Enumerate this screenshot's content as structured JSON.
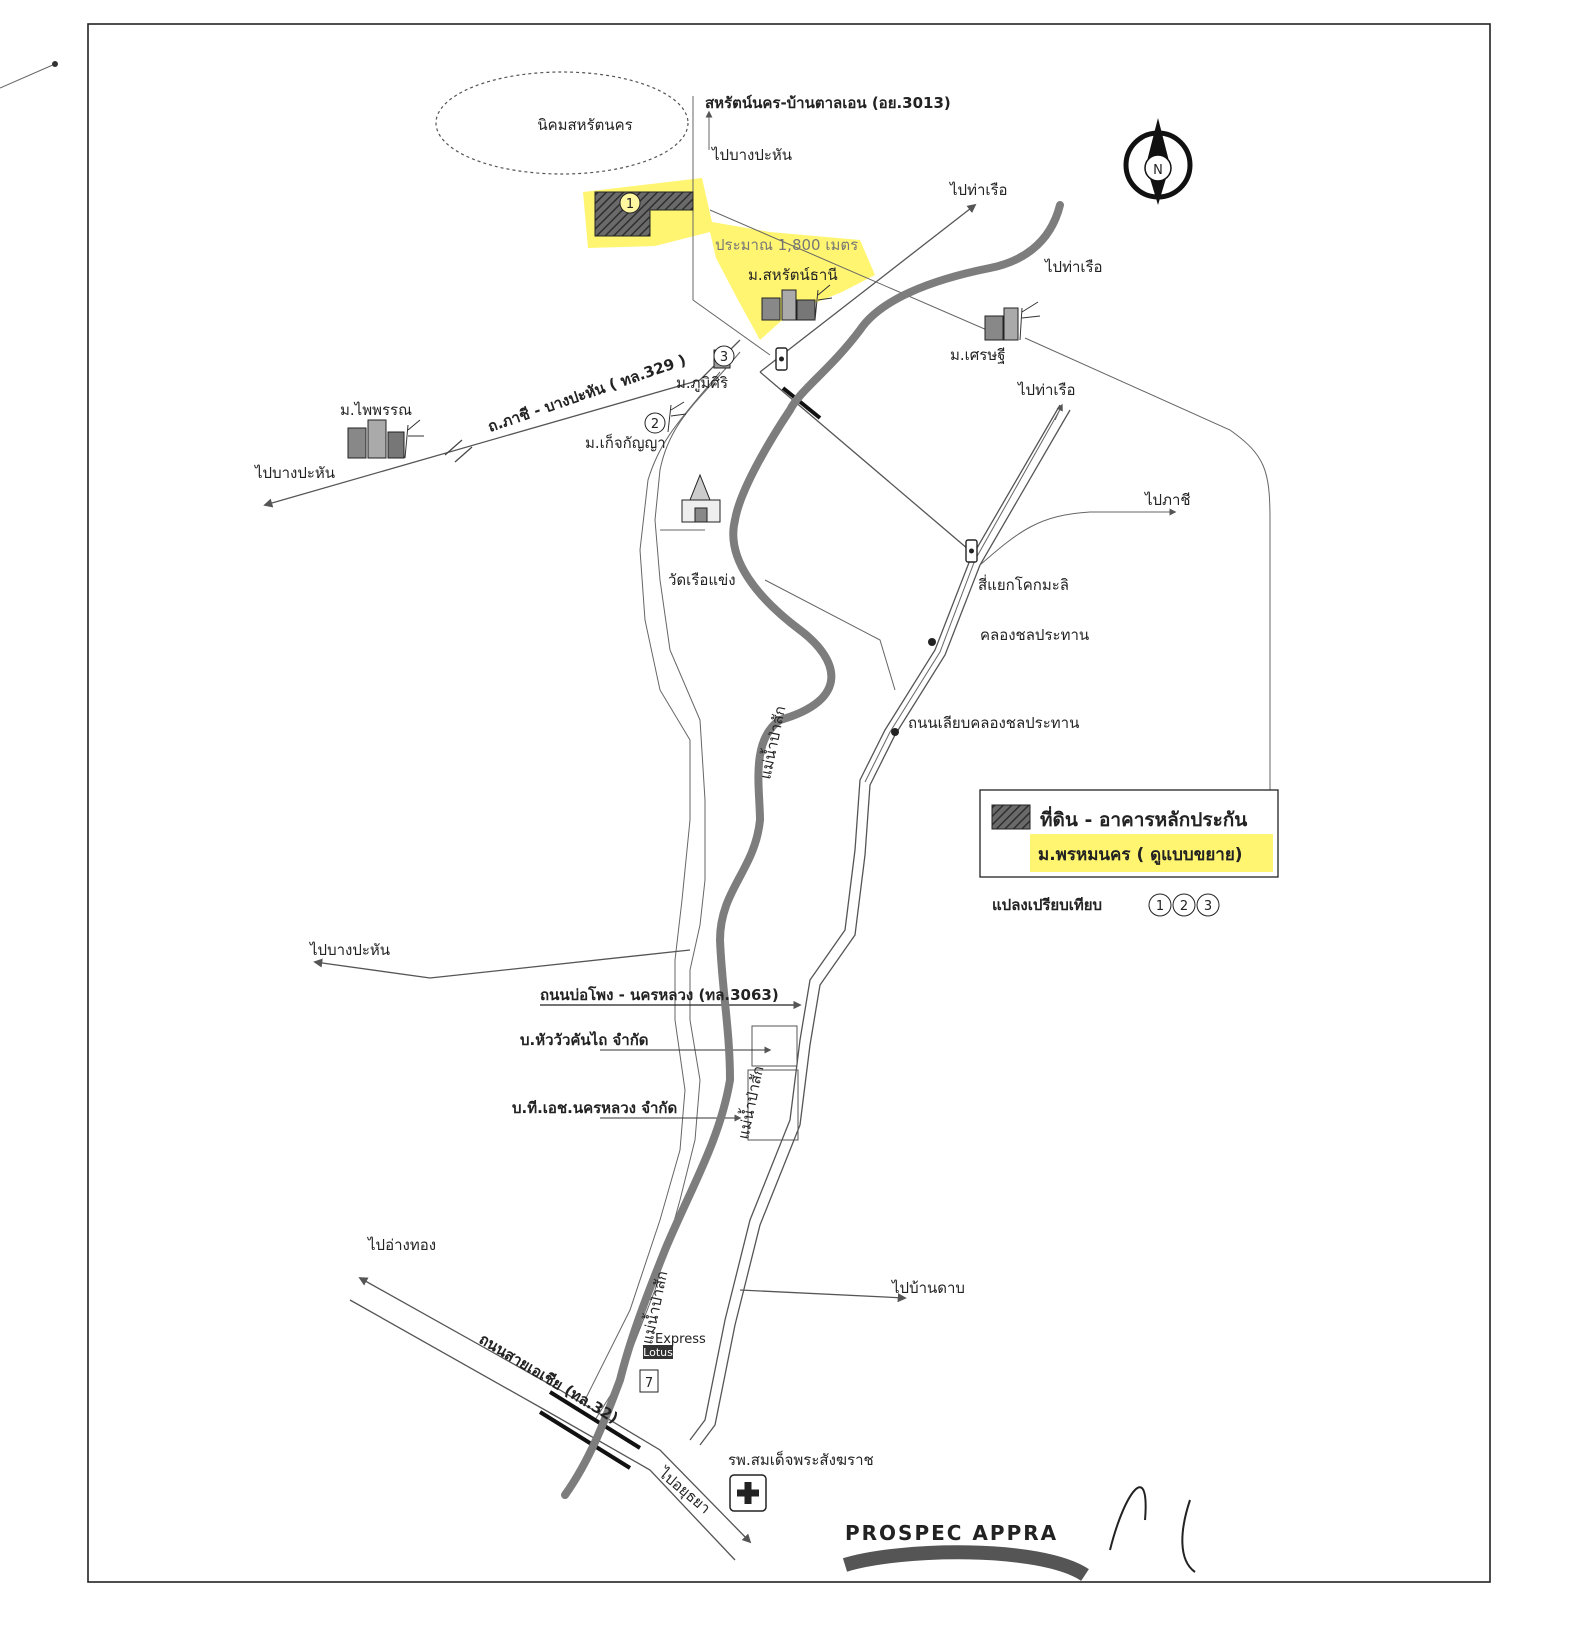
{
  "map": {
    "colors": {
      "highlight": "#fff34d",
      "river": "#7d7d7d",
      "road": "#555555",
      "subject_land": "#555555"
    },
    "compass": {
      "label": "N"
    },
    "labels": {
      "industrial_estate": "นิคมสหรัตนคร",
      "road_top": "สหรัตน์นคร-บ้านตาลเอน (อย.3013)",
      "to_bang_pahan_top": "ไปบางปะหัน",
      "to_tha_ruea_1": "ไปท่าเรือ",
      "to_tha_ruea_2": "ไปท่าเรือ",
      "to_tha_ruea_3": "ไปท่าเรือ",
      "distance": "ประมาณ 1,800 เมตร",
      "sahat_thani": "ม.สหรัตน์ธานี",
      "setthi": "ม.เศรษฐี",
      "road_329": "ถ.ภาชี - บางปะหัน ( ทล.329 )",
      "phumsiri": "ม.ภูมิศิริ",
      "kejkanya": "ม.เก็จกัญญา",
      "phaiphan": "ม.ไพพรรณ",
      "to_bang_pahan_left": "ไปบางปะหัน",
      "wat": "วัดเรือแข่ง",
      "four_way": "สี่แยกโคกมะลิ",
      "to_phachi": "ไปภาชี",
      "canal": "คลองชลประทาน",
      "canal_road": "ถนนเลียบคลองชลประทาน",
      "river_1": "แม่น้ำป่าสัก",
      "river_2": "แม่น้ำป่าสัก",
      "river_3": "แม่น้ำป่าสัก",
      "to_bang_pahan_mid": "ไปบางปะหัน",
      "road_3063": "ถนนบ่อโพง - นครหลวง (ทล.3063)",
      "company_1": "บ.หัววัวคันไถ จำกัด",
      "company_2": "บ.ที.เอช.นครหลวง จำกัด",
      "to_ang_thong": "ไปอ่างทอง",
      "to_ban_tap": "ไปบ้านดาบ",
      "highway_32": "ถนนสายเอเชีย (ทล.32)",
      "to_ayutthaya": "ไปอยุธยา",
      "express": "Express",
      "lotus": "Lotus",
      "hospital": "รพ.สมเด็จพระสังฆราช",
      "stamp": "PROSPEC APPRA"
    },
    "markers": {
      "m1": "1",
      "m2": "2",
      "m3": "3",
      "seven_eleven": "7"
    },
    "legend": {
      "land_label": "ที่ดิน - อาคารหลักประกัน",
      "project_label": "ม.พรหมนคร ( ดูแบบขยาย)",
      "compare_label": "แปลงเปรียบเทียบ",
      "compare_1": "1",
      "compare_2": "2",
      "compare_3": "3"
    }
  }
}
